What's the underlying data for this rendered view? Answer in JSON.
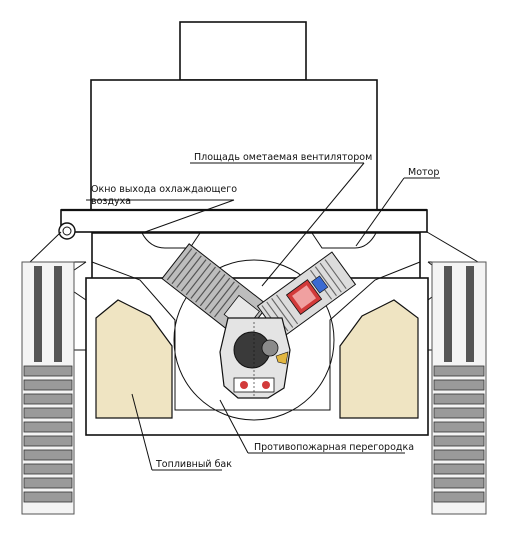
{
  "labels": {
    "fan_area": "Площадь ометаемая вентилятором",
    "air_outlet_line1": "Окно выхода охлаждающего",
    "air_outlet_line2": "воздуха",
    "motor": "Мотор",
    "firewall": "Противопожарная перегородка",
    "fuel_tank": "Топливный бак"
  },
  "colors": {
    "fuel": "#efe4c2",
    "outline": "#111111",
    "engine_gray": "#8a8a8a",
    "engine_dark": "#3a3a3a",
    "accent_red": "#d23a3a",
    "accent_blue": "#3a6ad2",
    "accent_yellow": "#e2b640"
  },
  "icons": {
    "tracks": "tank-track",
    "engine": "v-twin-engine",
    "fan": "fan-circle"
  }
}
